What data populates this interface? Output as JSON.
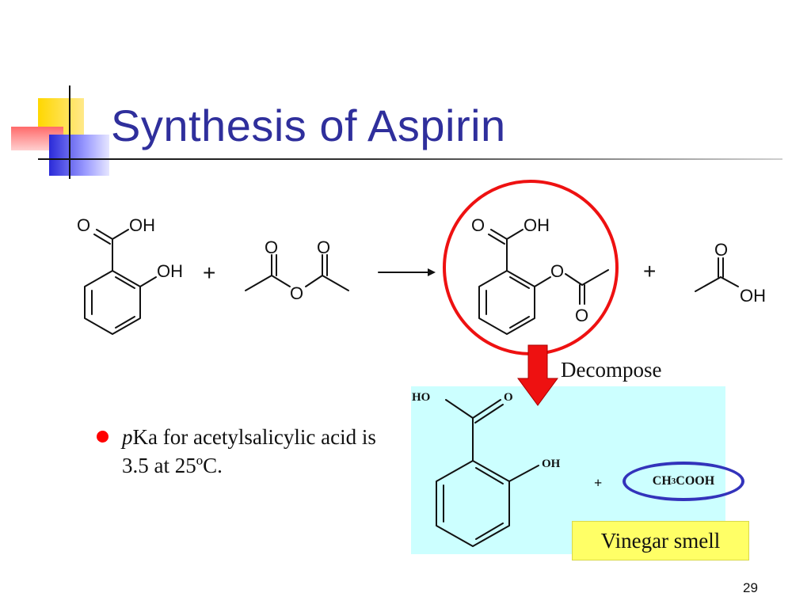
{
  "slide": {
    "title": "Synthesis of Aspirin",
    "page_number": "29"
  },
  "reaction": {
    "plus_sign": "+",
    "atom_labels": {
      "oxygen": "O",
      "hydroxyl": "OH",
      "hydroxyl_left": "HO"
    }
  },
  "decomposition": {
    "label": "Decompose",
    "acetic_acid_formula": {
      "prefix": "CH",
      "subscript": "3",
      "suffix": "COOH"
    },
    "smell_label": "Vinegar smell"
  },
  "bullet": {
    "italic_prefix": "p",
    "text": "Ka for acetylsalicylic acid is 3.5 at 25ºC."
  },
  "colors": {
    "title": "#2f2f9c",
    "highlight_circle": "#ee1111",
    "arrow": "#ee1111",
    "acetic_oval": "#3333bb",
    "product_box": "#ccffff",
    "smell_box": "#ffff66",
    "bullet": "#ff0000"
  }
}
